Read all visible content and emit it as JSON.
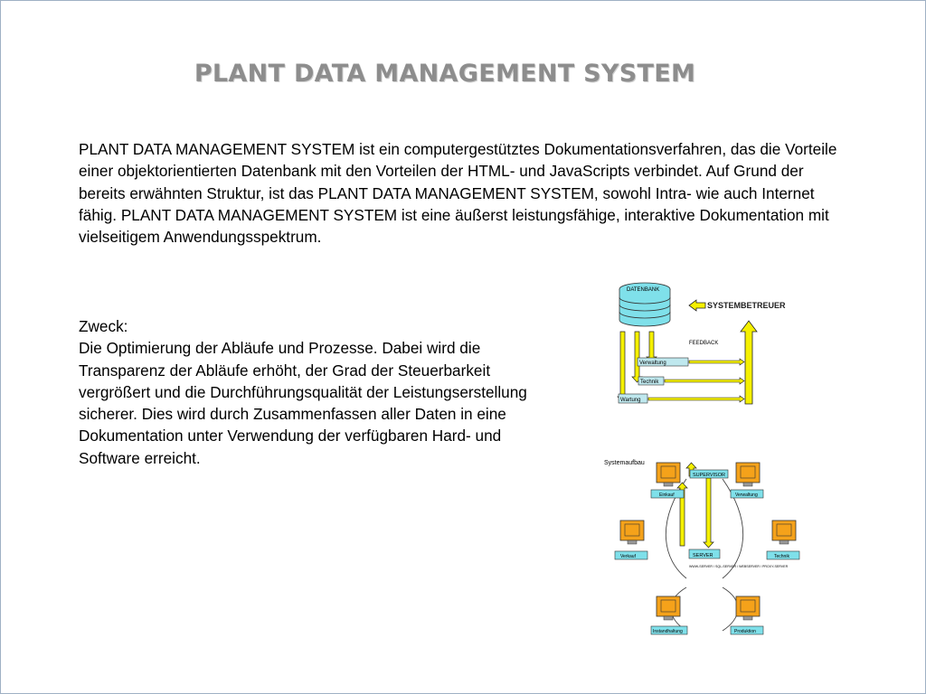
{
  "slide": {
    "title": "PLANT DATA MANAGEMENT SYSTEM",
    "intro_text": "PLANT DATA MANAGEMENT SYSTEM  ist ein computergestütztes Dokumentationsverfahren, das die Vorteile einer objektorientierten Datenbank mit den Vorteilen der HTML- und JavaScripts verbindet. Auf Grund der bereits erwähnten Struktur, ist das PLANT DATA MANAGEMENT SYSTEM,  sowohl Intra- wie auch Internet fähig. PLANT DATA MANAGEMENT SYSTEM  ist eine äußerst leistungsfähige, interaktive Dokumentation mit vielseitigem Anwendungsspektrum.",
    "purpose_label": "Zweck:",
    "purpose_text": "Die Optimierung der Abläufe und Prozesse. Dabei wird die Transparenz der Abläufe erhöht, der Grad der Steuerbarkeit vergrößert und die Durchführungsqualität der Leistungserstellung sicherer. Dies wird durch Zusammenfassen aller Daten in eine Dokumentation unter Verwendung der verfügbaren Hard- und Software erreicht."
  },
  "diagram_flow": {
    "database_label": "DATENBANK",
    "admin_label": "SYSTEMBETREUER",
    "feedback_label": "FEEDBACK",
    "box_admin": "Verwaltung",
    "box_tech": "Technik",
    "box_maint": "Wartung",
    "colors": {
      "arrow": "#f5f000",
      "arrow_stroke": "#222222",
      "db": "#7fe0ea",
      "box": "#bfe8ee"
    }
  },
  "diagram_network": {
    "title": "Systemaufbau",
    "server_top": "SUPERVISOR",
    "server_center": "SERVER",
    "center_note": "WWW-SERVER / SQL-SERVER / WEBSERVER / PROXY-SERVER",
    "node_top_left": "Einkauf",
    "node_top_right": "Verwaltung",
    "node_mid_left": "Verkauf",
    "node_mid_right": "Technik",
    "node_bottom_left": "Instandhaltung",
    "node_bottom_right": "Produktion",
    "colors": {
      "monitor": "#f5a21a",
      "label_box": "#7fe0ea",
      "arrow": "#f5f000"
    }
  }
}
